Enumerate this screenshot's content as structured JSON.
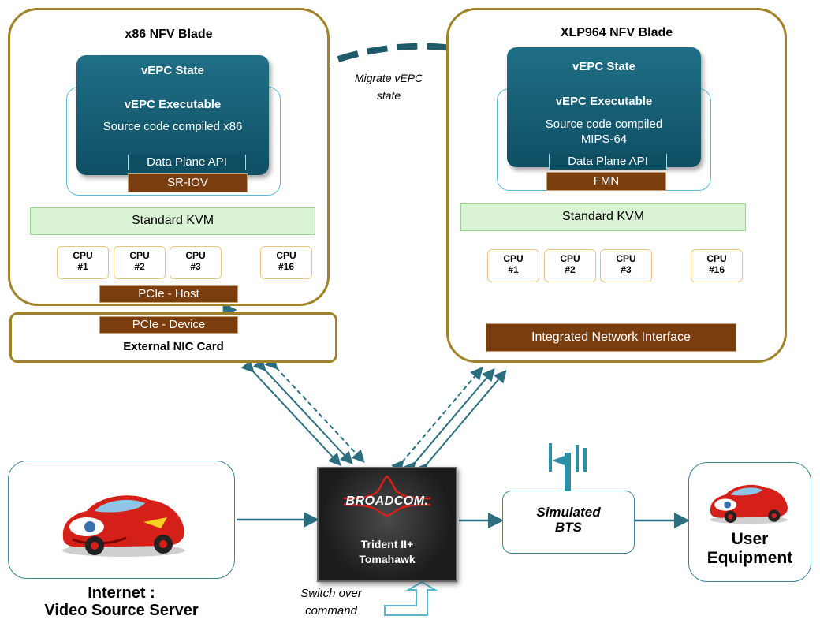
{
  "x86_blade": {
    "title": "x86 NFV Blade",
    "state": "vEPC State",
    "executable": "vEPC Executable",
    "source": "Source code compiled x86",
    "api": "Data Plane API",
    "io": "SR-IOV",
    "kvm": "Standard KVM",
    "cpus": [
      {
        "name": "CPU",
        "num": "#1"
      },
      {
        "name": "CPU",
        "num": "#2"
      },
      {
        "name": "CPU",
        "num": "#3"
      },
      {
        "name": "CPU",
        "num": "#16"
      }
    ],
    "pcie_host": "PCIe - Host"
  },
  "nic": {
    "pcie_device": "PCIe - Device",
    "label": "External NIC Card"
  },
  "xlp_blade": {
    "title": "XLP964 NFV Blade",
    "state": "vEPC State",
    "executable": "vEPC Executable",
    "source_line1": "Source code compiled",
    "source_line2": "MIPS-64",
    "api": "Data Plane API",
    "io": "FMN",
    "kvm": "Standard KVM",
    "cpus": [
      {
        "name": "CPU",
        "num": "#1"
      },
      {
        "name": "CPU",
        "num": "#2"
      },
      {
        "name": "CPU",
        "num": "#3"
      },
      {
        "name": "CPU",
        "num": "#16"
      }
    ],
    "nic": "Integrated Network Interface"
  },
  "migrate": {
    "line1": "Migrate vEPC",
    "line2": "state"
  },
  "switch": {
    "brand": "BROADCOM.",
    "line1": "Trident II+",
    "line2": "Tomahawk"
  },
  "switch_command": {
    "line1": "Switch over",
    "line2": "command"
  },
  "internet": {
    "line1": "Internet :",
    "line2": "Video Source Server"
  },
  "bts": {
    "line1": "Simulated",
    "line2": "BTS"
  },
  "user_equipment": {
    "line1": "User",
    "line2": "Equipment"
  },
  "colors": {
    "blade_border": "#a08228",
    "vepc_teal": "#0f4f64",
    "brown": "#7a3d0e",
    "kvm_green": "#d9f3d4",
    "arrow": "#2b6e80"
  }
}
